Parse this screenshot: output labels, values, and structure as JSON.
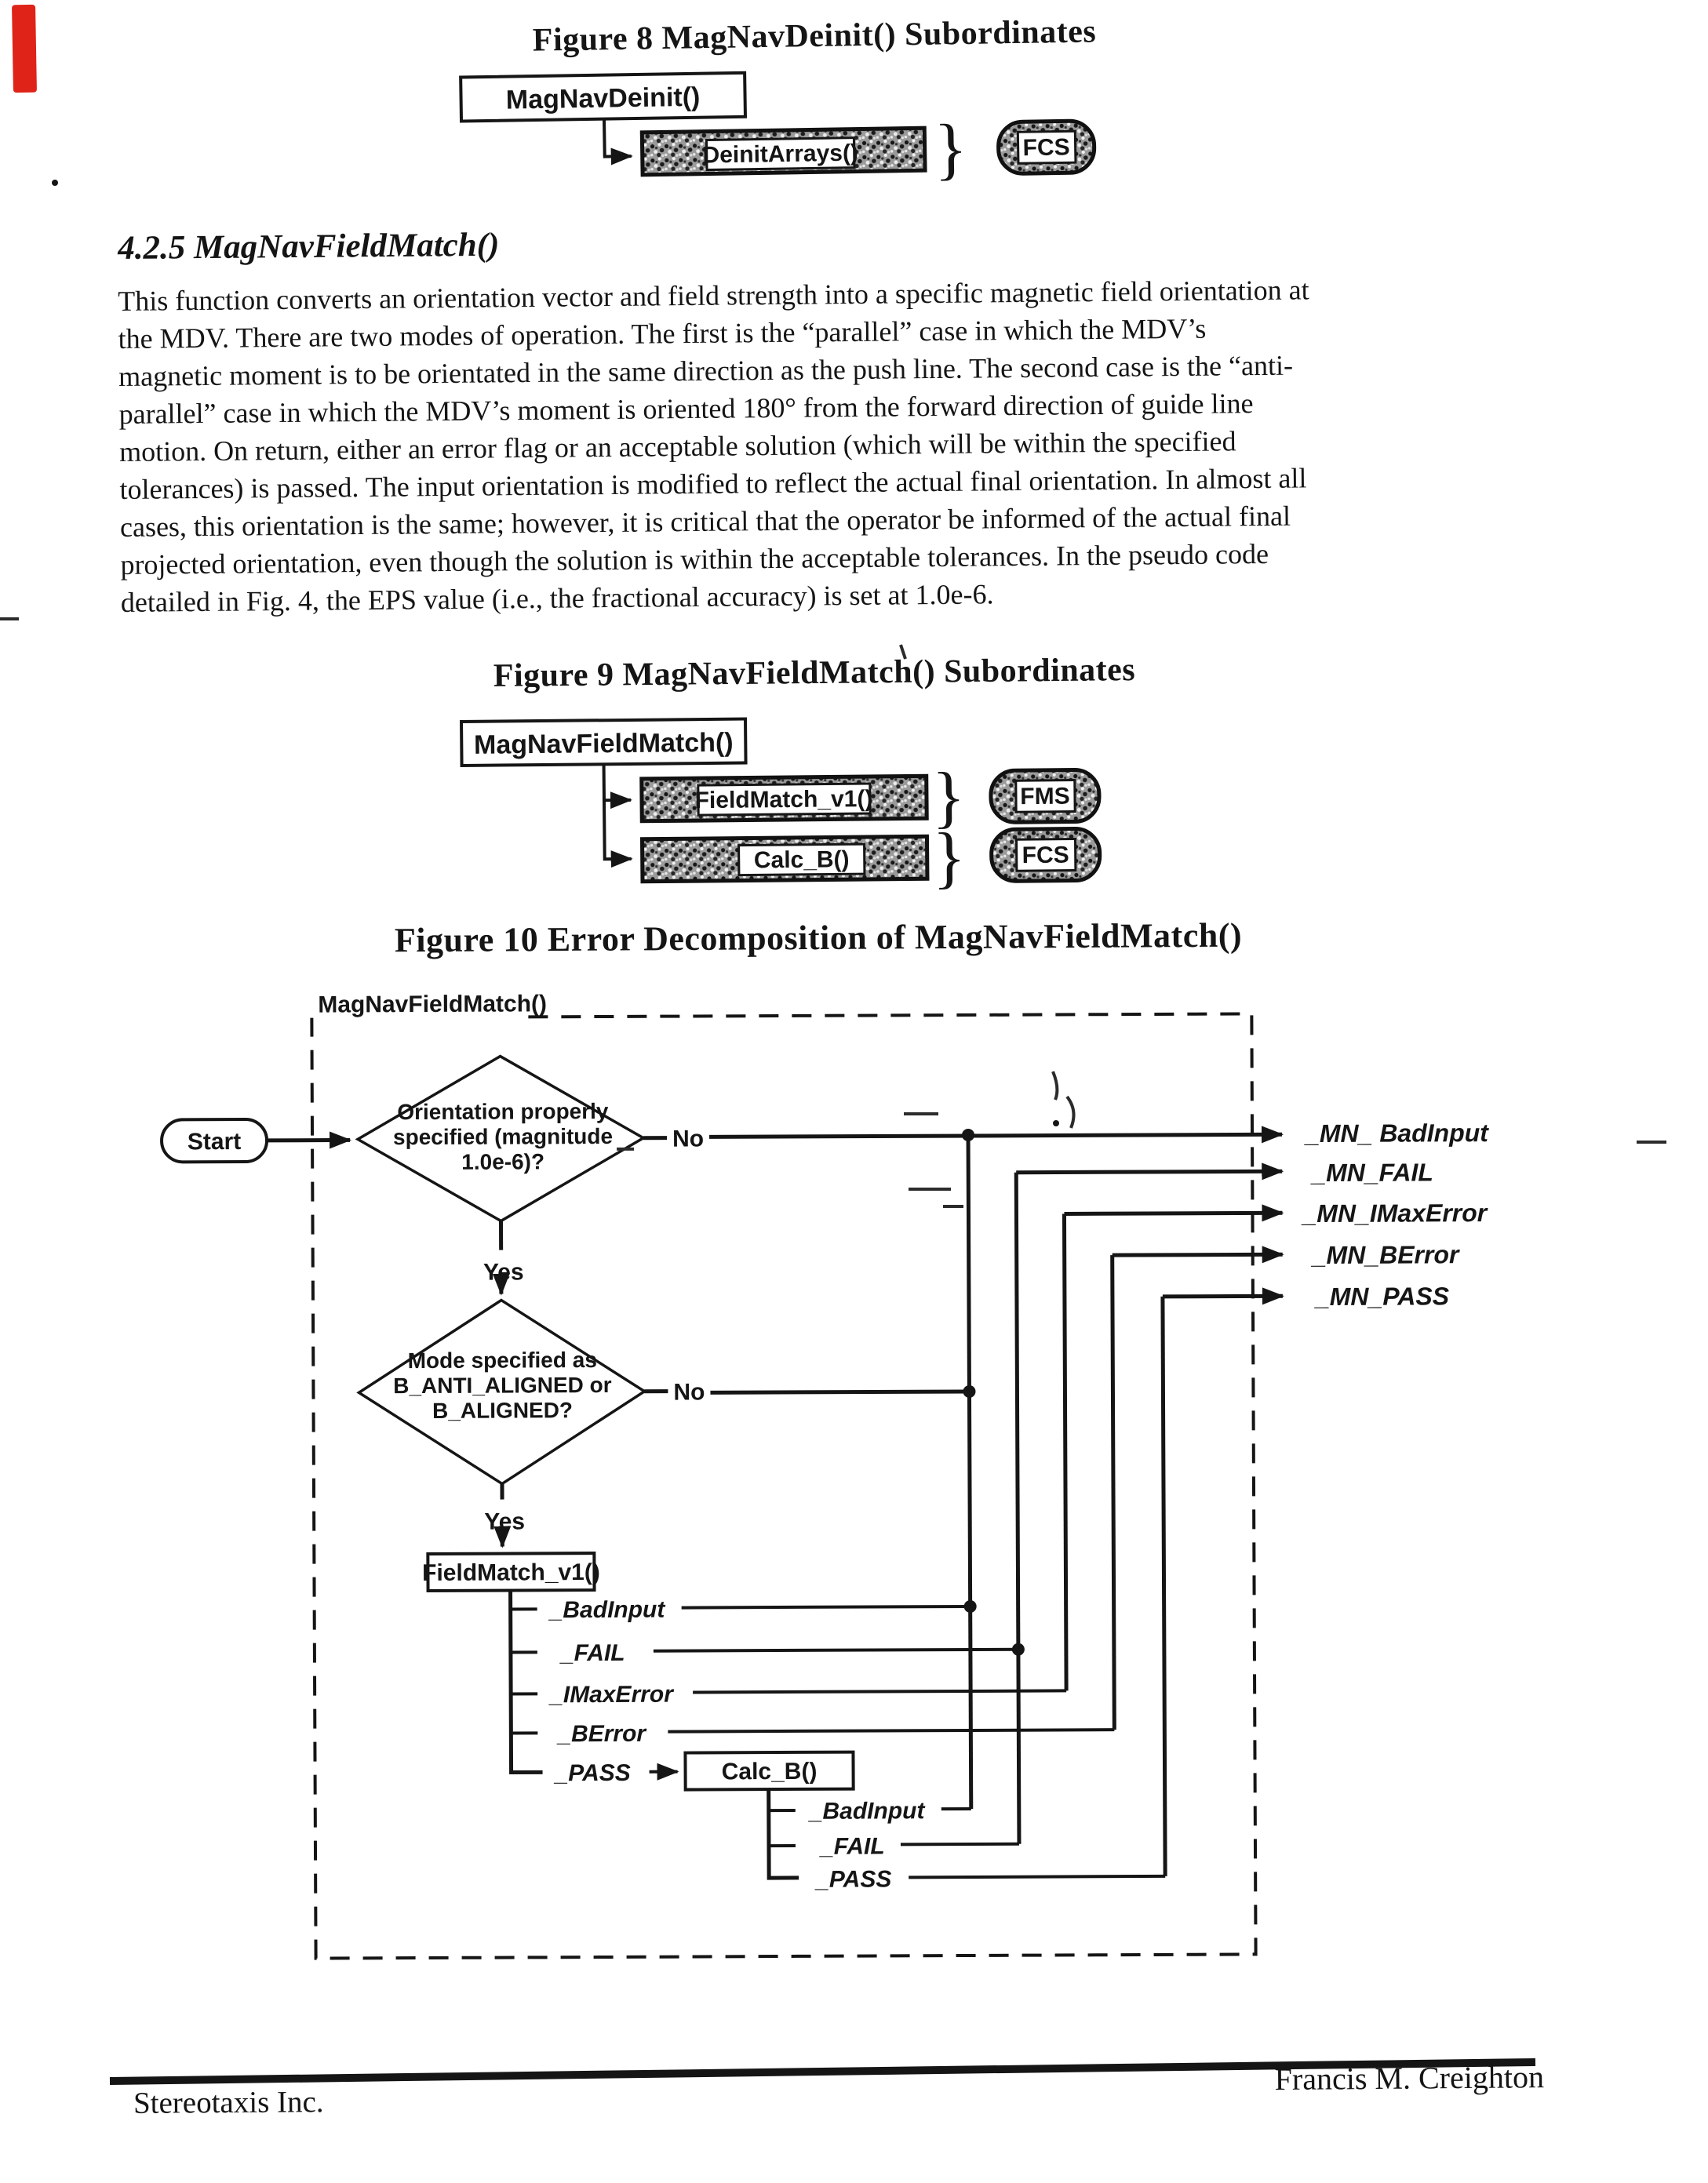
{
  "figure8": {
    "caption": "Figure 8 MagNavDeinit() Subordinates",
    "root_box": "MagNavDeinit()",
    "sub_box": "DeinitArrays()",
    "brace": "}",
    "terminal": "FCS"
  },
  "section": {
    "heading": "4.2.5  MagNavFieldMatch()",
    "lines": [
      "This function converts an orientation vector and field strength into a specific magnetic field orientation at",
      "the MDV.  There are two modes of operation.  The first is the “parallel” case in which the MDV’s",
      "magnetic moment is to be orientated in the same direction as the push line.  The second case is the “anti-",
      "parallel” case in which the MDV’s moment is oriented 180° from the forward direction of guide line",
      "motion.  On return, either an error flag or an acceptable solution (which will be within the specified",
      "tolerances) is passed.   The input orientation is modified to reflect the actual final orientation.  In almost all",
      "cases, this orientation is the same; however, it is critical that the operator be informed of the actual final",
      "projected orientation, even though the solution is within the acceptable tolerances.  In the pseudo code",
      "detailed in Fig. 4, the EPS value (i.e., the fractional accuracy) is set at 1.0e-6."
    ]
  },
  "figure9": {
    "caption": "Figure 9  MagNavFieldMatch() Subordinates",
    "root_box": "MagNavFieldMatch()",
    "sub_box_1": "FieldMatch_v1()",
    "terminal_1": "FMS",
    "sub_box_2": "Calc_B()",
    "terminal_2": "FCS",
    "brace": "}"
  },
  "figure10": {
    "caption": "Figure 10  Error Decomposition of MagNavFieldMatch()",
    "container_label": "MagNavFieldMatch()",
    "start": "Start",
    "decision1": [
      "Orientation properly",
      "specified (magnitude",
      "1.0e-6)?"
    ],
    "decision1_no": "No",
    "decision1_yes": "Yes",
    "decision2": [
      "Mode specified as",
      "B_ANTI_ALIGNED or",
      "B_ALIGNED?"
    ],
    "decision2_no": "No",
    "decision2_yes": "Yes",
    "process1": "FieldMatch_v1()",
    "process1_outputs": [
      "_BadInput",
      "_FAIL",
      "_IMaxError",
      "_BError",
      "_PASS"
    ],
    "process2": "Calc_B()",
    "process2_outputs": [
      "_BadInput",
      "_FAIL",
      "_PASS"
    ],
    "module_outputs": [
      "_MN_ BadInput",
      "_MN_FAIL",
      "_MN_IMaxError",
      "_MN_BError",
      "_MN_PASS"
    ]
  },
  "footer": {
    "company": "Stereotaxis Inc.",
    "author": "Francis M. Creighton"
  }
}
